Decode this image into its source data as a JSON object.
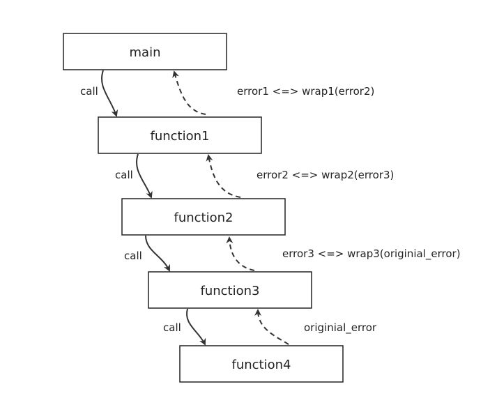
{
  "diagram": {
    "boxes": [
      "main",
      "function1",
      "function2",
      "function3",
      "function4"
    ],
    "call_labels": [
      "call",
      "call",
      "call",
      "call"
    ],
    "error_labels": [
      "error1 <=> wrap1(error2)",
      "error2 <=> wrap2(error3)",
      "error3 <=> wrap3(originial_error)",
      "originial_error"
    ],
    "colors": {
      "stroke": "#222222",
      "background": "#ffffff"
    }
  }
}
